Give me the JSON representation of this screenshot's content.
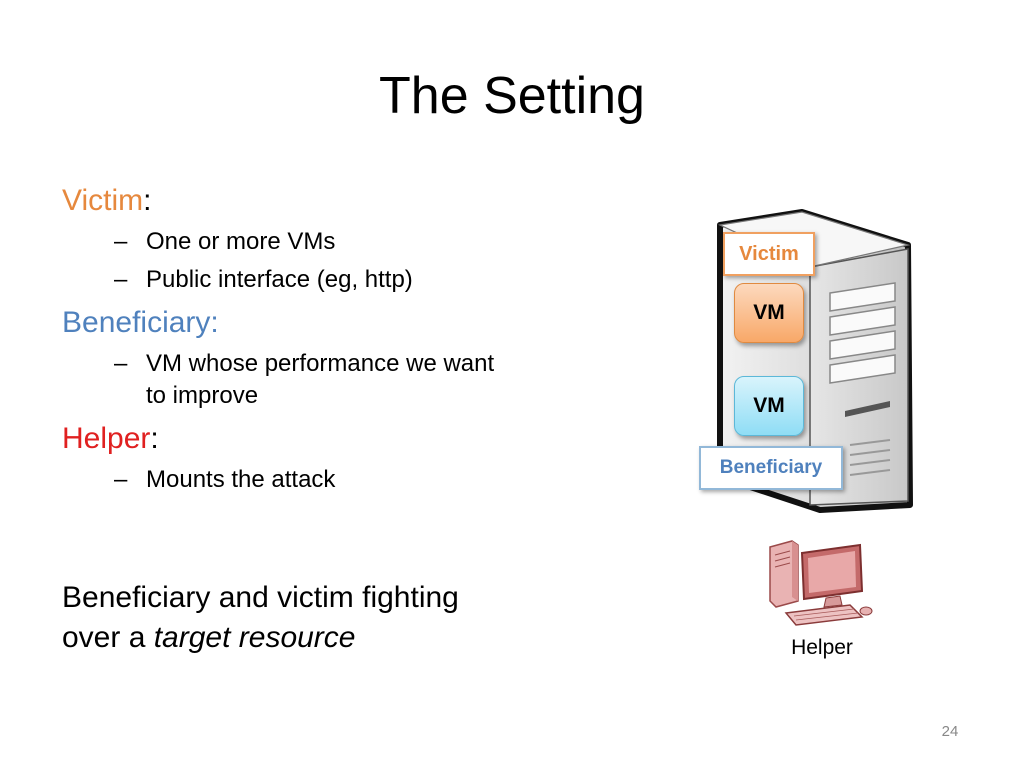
{
  "slide": {
    "title": "The Setting",
    "page_number": "24"
  },
  "bullets": {
    "victim": {
      "label": "Victim",
      "suffix": ":",
      "items": [
        "One or more VMs",
        "Public interface (eg, http)"
      ]
    },
    "beneficiary": {
      "label": "Beneficiary:",
      "items_line1": "VM whose performance we want",
      "items_line2": "to improve"
    },
    "helper": {
      "label": "Helper",
      "suffix": ":",
      "items": [
        "Mounts the attack"
      ]
    },
    "dash": "–"
  },
  "summary": {
    "line1": "Beneficiary and victim fighting",
    "line2_plain": "over a ",
    "line2_italic": "target resource"
  },
  "diagram": {
    "victim_tag": "Victim",
    "beneficiary_tag": "Beneficiary",
    "vm1": "VM",
    "vm2": "VM",
    "helper_label": "Helper"
  },
  "colors": {
    "victim": "#E6883D",
    "beneficiary": "#4F81BD",
    "helper": "#E02020"
  }
}
